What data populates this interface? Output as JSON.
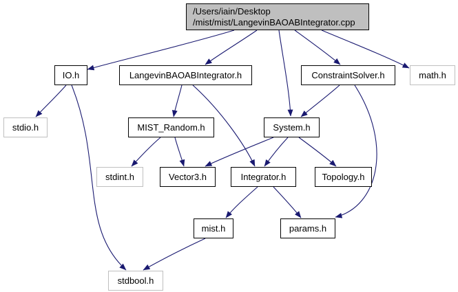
{
  "colors": {
    "edge": "#191970",
    "root_fill": "#bfbfbf",
    "node_border": "#000000",
    "external_border": "#bfbfbf",
    "node_fill": "#ffffff"
  },
  "nodes": {
    "root": {
      "lines": [
        "/Users/iain/Desktop",
        "/mist/mist/LangevinBAOABIntegrator.cpp"
      ],
      "kind": "root"
    },
    "io_h": {
      "lines": [
        "IO.h"
      ],
      "kind": "internal"
    },
    "langevin_h": {
      "lines": [
        "LangevinBAOABIntegrator.h"
      ],
      "kind": "internal"
    },
    "constraint_h": {
      "lines": [
        "ConstraintSolver.h"
      ],
      "kind": "internal"
    },
    "math_h": {
      "lines": [
        "math.h"
      ],
      "kind": "external"
    },
    "stdio_h": {
      "lines": [
        "stdio.h"
      ],
      "kind": "external"
    },
    "mist_random_h": {
      "lines": [
        "MIST_Random.h"
      ],
      "kind": "internal"
    },
    "system_h": {
      "lines": [
        "System.h"
      ],
      "kind": "internal"
    },
    "stdint_h": {
      "lines": [
        "stdint.h"
      ],
      "kind": "external"
    },
    "vector3_h": {
      "lines": [
        "Vector3.h"
      ],
      "kind": "internal"
    },
    "integrator_h": {
      "lines": [
        "Integrator.h"
      ],
      "kind": "internal"
    },
    "topology_h": {
      "lines": [
        "Topology.h"
      ],
      "kind": "internal"
    },
    "mist_h": {
      "lines": [
        "mist.h"
      ],
      "kind": "internal"
    },
    "params_h": {
      "lines": [
        "params.h"
      ],
      "kind": "internal"
    },
    "stdbool_h": {
      "lines": [
        "stdbool.h"
      ],
      "kind": "external"
    }
  },
  "edges": [
    [
      "root",
      "io_h"
    ],
    [
      "root",
      "langevin_h"
    ],
    [
      "root",
      "system_h"
    ],
    [
      "root",
      "constraint_h"
    ],
    [
      "root",
      "math_h"
    ],
    [
      "io_h",
      "stdio_h"
    ],
    [
      "io_h",
      "stdbool_h"
    ],
    [
      "langevin_h",
      "mist_random_h"
    ],
    [
      "langevin_h",
      "integrator_h"
    ],
    [
      "constraint_h",
      "system_h"
    ],
    [
      "constraint_h",
      "params_h"
    ],
    [
      "mist_random_h",
      "stdint_h"
    ],
    [
      "mist_random_h",
      "vector3_h"
    ],
    [
      "system_h",
      "vector3_h"
    ],
    [
      "system_h",
      "integrator_h"
    ],
    [
      "system_h",
      "topology_h"
    ],
    [
      "integrator_h",
      "mist_h"
    ],
    [
      "integrator_h",
      "params_h"
    ],
    [
      "mist_h",
      "stdbool_h"
    ]
  ]
}
